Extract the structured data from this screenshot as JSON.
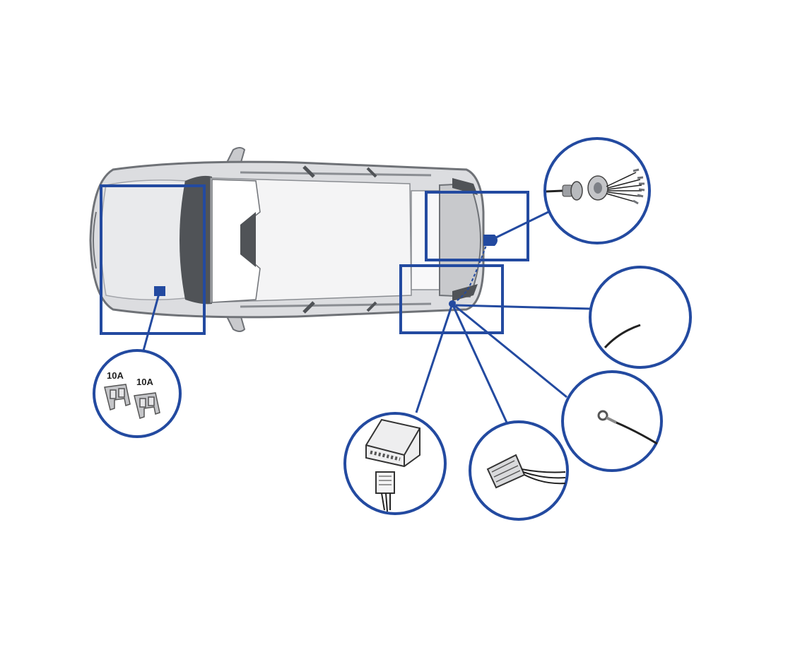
{
  "diagram": {
    "accent_color": "#234aa0",
    "car_body_color": "#dcdde0",
    "car_outline_color": "#7d8086",
    "callouts": [
      {
        "id": "fuses",
        "icon": "fuse-pair-icon",
        "labels": [
          "10A",
          "10A"
        ]
      },
      {
        "id": "tow-socket",
        "icon": "tow-socket-wiring-icon"
      },
      {
        "id": "cable-end",
        "icon": "cable-end-icon"
      },
      {
        "id": "ground-ring",
        "icon": "ring-terminal-icon"
      },
      {
        "id": "vehicle-connector",
        "icon": "multi-pin-connector-icon"
      },
      {
        "id": "control-module",
        "icon": "control-module-icon"
      }
    ]
  }
}
